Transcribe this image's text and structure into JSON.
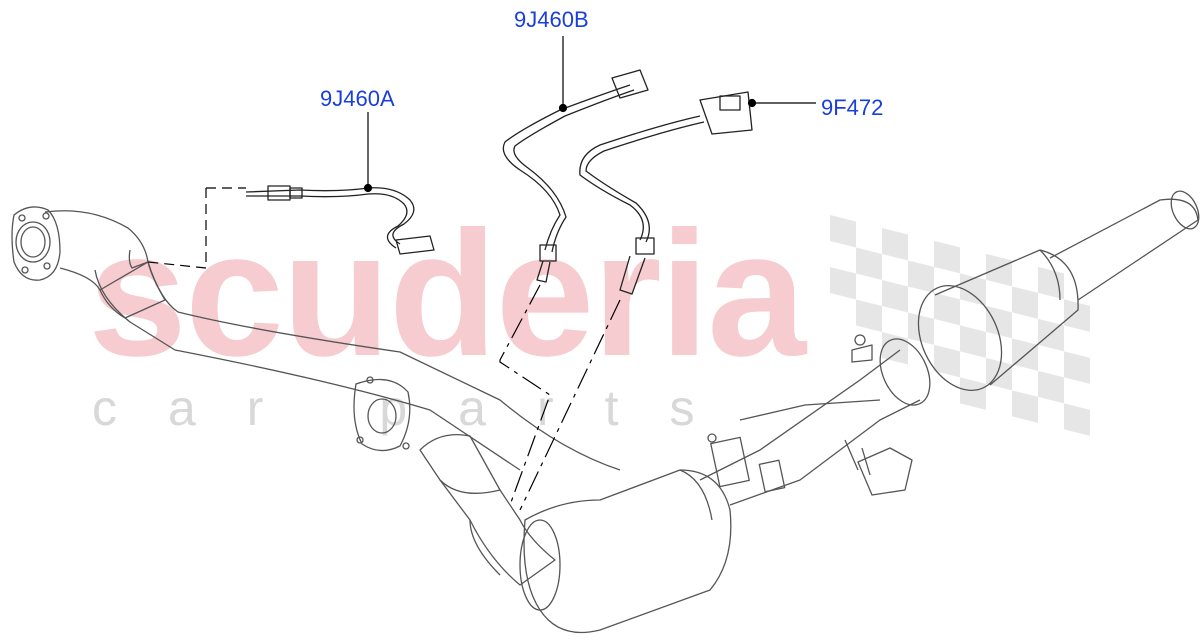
{
  "watermark": {
    "brand": "scuderia",
    "tagline": "car parts",
    "brand_color": "#f5c4c8",
    "tagline_color": "#d8d8d8"
  },
  "callouts": [
    {
      "id": "part-9j460a",
      "label": "9J460A"
    },
    {
      "id": "part-9j460b",
      "label": "9J460B"
    },
    {
      "id": "part-9f472",
      "label": "9F472"
    }
  ],
  "colors": {
    "label": "#1a3fd8",
    "outline": "#555555",
    "leader": "#000000"
  }
}
